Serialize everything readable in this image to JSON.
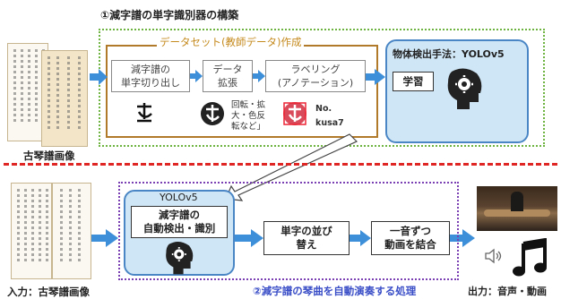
{
  "titles": {
    "top": "①減字譜の単字識別器の構築",
    "bottom": "②減字譜の琴曲を自動演奏する処理"
  },
  "dataset": {
    "title": "データセット(教師データ)作成",
    "steps": [
      "減字譜の\n単字切り出し",
      "データ\n拡張",
      "ラベリング\n(アノテーション)"
    ],
    "examples": {
      "augment_label": "回転・拡\n大・色反\n転など」",
      "label_no": "No.",
      "label_name": "kusa7"
    }
  },
  "detection": {
    "title": "物体検出手法：YOLOv5",
    "learn_label": "学習"
  },
  "inputs": {
    "top_caption": "古琴譜画像",
    "bottom_caption": "入力：古琴譜画像"
  },
  "pipeline": {
    "yolo_title": "YOLOv5",
    "detect_label": "減字譜の\n自動検出・識別",
    "sort_label": "単字の並び\n替え",
    "combine_label": "一音ずつ\n動画を結合"
  },
  "output": {
    "caption": "出力：音声・動画"
  },
  "colors": {
    "arrow_blue": "#3d8fd9",
    "green_dotted": "#6db33f",
    "brown": "#b07a2a",
    "purple": "#7a3fb3",
    "red_dash": "#e02525",
    "panel_blue": "#cfe6f6"
  },
  "icons": [
    "brain-gear-icon",
    "speaker-icon",
    "music-note-icon"
  ]
}
